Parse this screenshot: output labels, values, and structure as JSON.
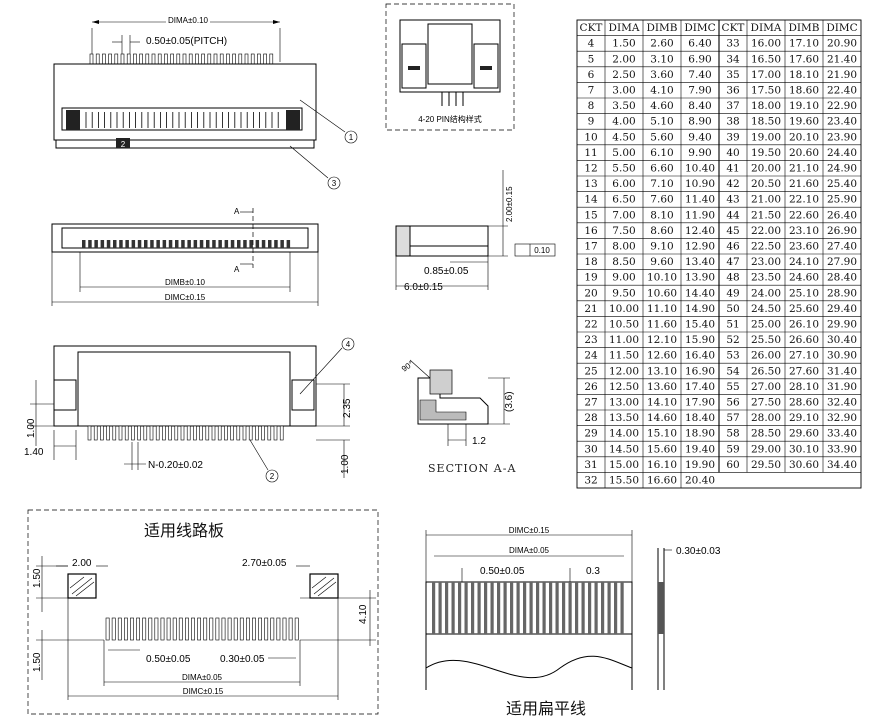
{
  "top_view": {
    "dima": "DIMA±0.10",
    "pitch": "0.50±0.05(PITCH)",
    "callout_1": "1",
    "callout_3": "3",
    "mark": "2"
  },
  "inset": {
    "caption": "4-20 PIN结构样式"
  },
  "front_view": {
    "a_top": "A",
    "a_bottom": "A",
    "dimb": "DIMB±0.10",
    "dimc": "DIMC±0.15"
  },
  "side_view": {
    "height": "2.00±0.15",
    "flat": "0.10",
    "d085": "0.85±0.05",
    "d60": "6.0±0.15"
  },
  "bottom_view": {
    "callout_4": "4",
    "callout_2": "2",
    "d235": "2.35",
    "d100_left": "1.00",
    "d140": "1.40",
    "d100_right": "1.00",
    "n020": "N-0.20±0.02"
  },
  "section_view": {
    "angle": "90°",
    "d36": "(3.6)",
    "d12": "1.2",
    "caption": "SECTION A-A"
  },
  "pcb": {
    "title": "适用线路板",
    "d150_top": "1.50",
    "d200": "2.00",
    "d270": "2.70±0.05",
    "d410": "4.10",
    "d150_bottom": "1.50",
    "d050": "0.50±0.05",
    "d030": "0.30±0.05",
    "dima": "DIMA±0.05",
    "dimc": "DIMC±0.15"
  },
  "ffc": {
    "title": "适用扁平线",
    "dimc": "DIMC±0.15",
    "dima": "DIMA±0.05",
    "d050": "0.50±0.05",
    "d03": "0.3",
    "thick": "0.30±0.03"
  },
  "spec_table": {
    "headers": [
      "CKT",
      "DIMA",
      "DIMB",
      "DIMC",
      "CKT",
      "DIMA",
      "DIMB",
      "DIMC"
    ],
    "rows": [
      [
        "4",
        "1.50",
        "2.60",
        "6.40",
        "33",
        "16.00",
        "17.10",
        "20.90"
      ],
      [
        "5",
        "2.00",
        "3.10",
        "6.90",
        "34",
        "16.50",
        "17.60",
        "21.40"
      ],
      [
        "6",
        "2.50",
        "3.60",
        "7.40",
        "35",
        "17.00",
        "18.10",
        "21.90"
      ],
      [
        "7",
        "3.00",
        "4.10",
        "7.90",
        "36",
        "17.50",
        "18.60",
        "22.40"
      ],
      [
        "8",
        "3.50",
        "4.60",
        "8.40",
        "37",
        "18.00",
        "19.10",
        "22.90"
      ],
      [
        "9",
        "4.00",
        "5.10",
        "8.90",
        "38",
        "18.50",
        "19.60",
        "23.40"
      ],
      [
        "10",
        "4.50",
        "5.60",
        "9.40",
        "39",
        "19.00",
        "20.10",
        "23.90"
      ],
      [
        "11",
        "5.00",
        "6.10",
        "9.90",
        "40",
        "19.50",
        "20.60",
        "24.40"
      ],
      [
        "12",
        "5.50",
        "6.60",
        "10.40",
        "41",
        "20.00",
        "21.10",
        "24.90"
      ],
      [
        "13",
        "6.00",
        "7.10",
        "10.90",
        "42",
        "20.50",
        "21.60",
        "25.40"
      ],
      [
        "14",
        "6.50",
        "7.60",
        "11.40",
        "43",
        "21.00",
        "22.10",
        "25.90"
      ],
      [
        "15",
        "7.00",
        "8.10",
        "11.90",
        "44",
        "21.50",
        "22.60",
        "26.40"
      ],
      [
        "16",
        "7.50",
        "8.60",
        "12.40",
        "45",
        "22.00",
        "23.10",
        "26.90"
      ],
      [
        "17",
        "8.00",
        "9.10",
        "12.90",
        "46",
        "22.50",
        "23.60",
        "27.40"
      ],
      [
        "18",
        "8.50",
        "9.60",
        "13.40",
        "47",
        "23.00",
        "24.10",
        "27.90"
      ],
      [
        "19",
        "9.00",
        "10.10",
        "13.90",
        "48",
        "23.50",
        "24.60",
        "28.40"
      ],
      [
        "20",
        "9.50",
        "10.60",
        "14.40",
        "49",
        "24.00",
        "25.10",
        "28.90"
      ],
      [
        "21",
        "10.00",
        "11.10",
        "14.90",
        "50",
        "24.50",
        "25.60",
        "29.40"
      ],
      [
        "22",
        "10.50",
        "11.60",
        "15.40",
        "51",
        "25.00",
        "26.10",
        "29.90"
      ],
      [
        "23",
        "11.00",
        "12.10",
        "15.90",
        "52",
        "25.50",
        "26.60",
        "30.40"
      ],
      [
        "24",
        "11.50",
        "12.60",
        "16.40",
        "53",
        "26.00",
        "27.10",
        "30.90"
      ],
      [
        "25",
        "12.00",
        "13.10",
        "16.90",
        "54",
        "26.50",
        "27.60",
        "31.40"
      ],
      [
        "26",
        "12.50",
        "13.60",
        "17.40",
        "55",
        "27.00",
        "28.10",
        "31.90"
      ],
      [
        "27",
        "13.00",
        "14.10",
        "17.90",
        "56",
        "27.50",
        "28.60",
        "32.40"
      ],
      [
        "28",
        "13.50",
        "14.60",
        "18.40",
        "57",
        "28.00",
        "29.10",
        "32.90"
      ],
      [
        "29",
        "14.00",
        "15.10",
        "18.90",
        "58",
        "28.50",
        "29.60",
        "33.40"
      ],
      [
        "30",
        "14.50",
        "15.60",
        "19.40",
        "59",
        "29.00",
        "30.10",
        "33.90"
      ],
      [
        "31",
        "15.00",
        "16.10",
        "19.90",
        "60",
        "29.50",
        "30.60",
        "34.40"
      ],
      [
        "32",
        "15.50",
        "16.60",
        "20.40",
        "",
        "",
        "",
        ""
      ]
    ]
  }
}
